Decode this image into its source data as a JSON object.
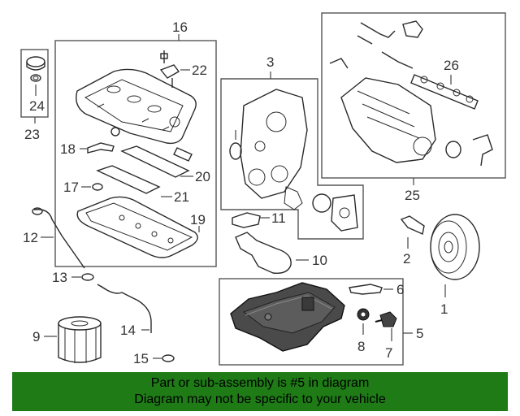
{
  "callouts": {
    "c1": "1",
    "c2": "2",
    "c3": "3",
    "c5": "5",
    "c6": "6",
    "c7": "7",
    "c8": "8",
    "c9": "9",
    "c10": "10",
    "c11": "11",
    "c12": "12",
    "c13": "13",
    "c14": "14",
    "c15": "15",
    "c16": "16",
    "c17": "17",
    "c18": "18",
    "c19": "19",
    "c20": "20",
    "c21": "21",
    "c22": "22",
    "c23": "23",
    "c24": "24",
    "c25": "25",
    "c26": "26"
  },
  "footer": {
    "line1": "Part or sub-assembly is #5 in diagram",
    "line2": "Diagram may not be specific to your vehicle"
  },
  "colors": {
    "highlight": "#1e7b16",
    "line": "#2a2a2a"
  }
}
